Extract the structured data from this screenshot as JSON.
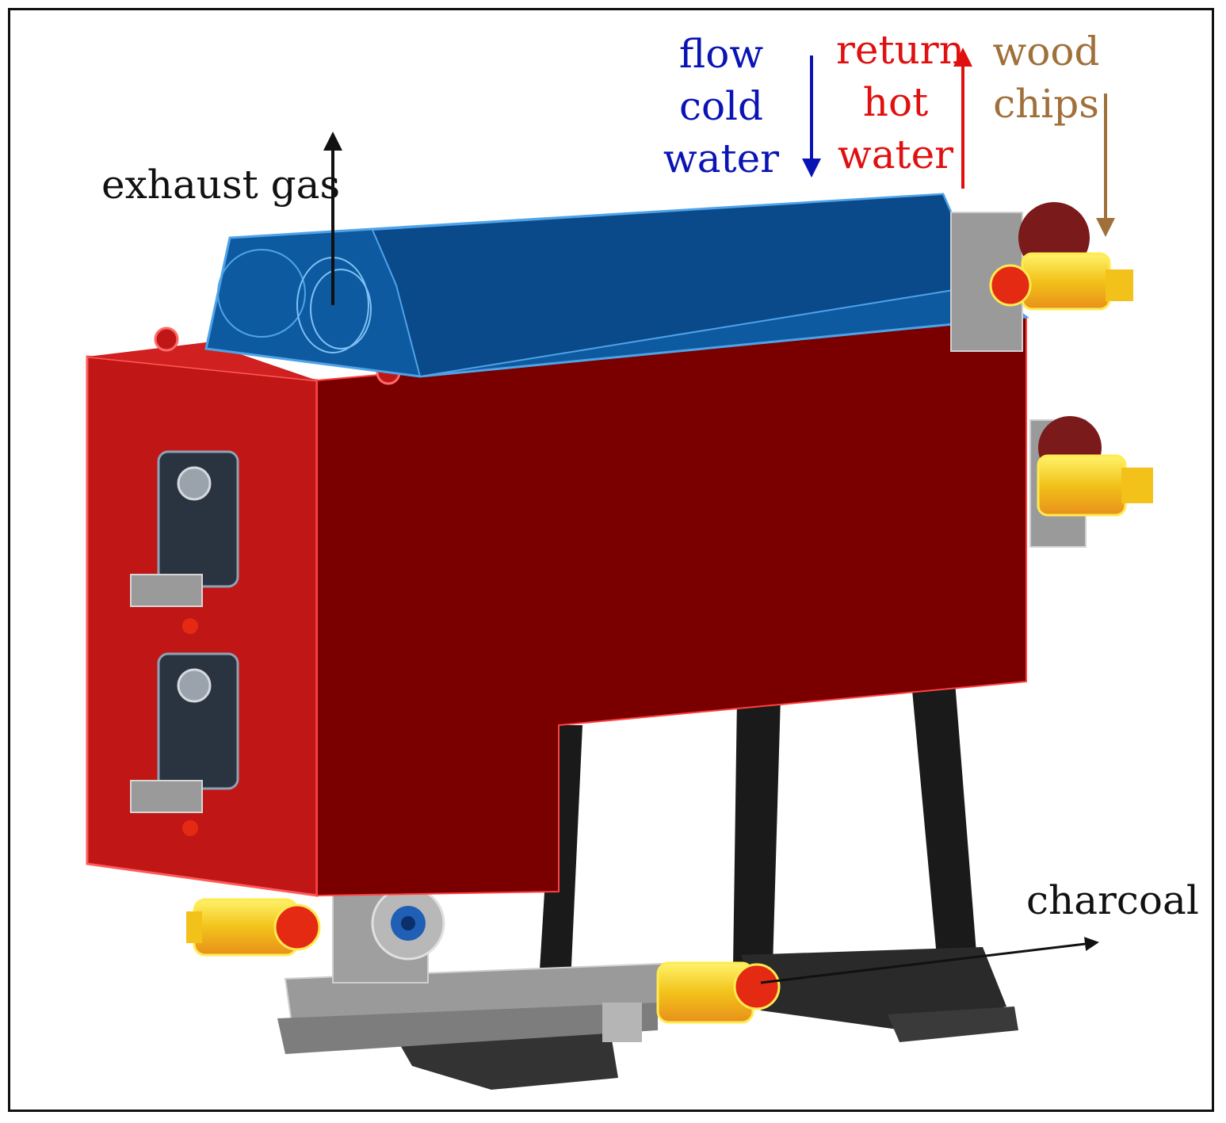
{
  "labels": {
    "exhaust": "exhaust gas",
    "flow": [
      "flow",
      "cold",
      "water"
    ],
    "return": [
      "return",
      "hot",
      "water"
    ],
    "wood": [
      "wood",
      "chips"
    ],
    "charcoal": "charcoal"
  },
  "colors": {
    "flow": "#0a14b4",
    "return": "#e01010",
    "wood": "#a0703a",
    "black": "#111111",
    "housing_red": "#7a0000",
    "housing_red_light": "#c01616",
    "top_blue": "#0e5aa0",
    "top_blue_edge": "#4fa3e8",
    "steel": "#9a9a9a",
    "motor_yellow": "#f2e21a",
    "motor_red": "#e52a14"
  }
}
